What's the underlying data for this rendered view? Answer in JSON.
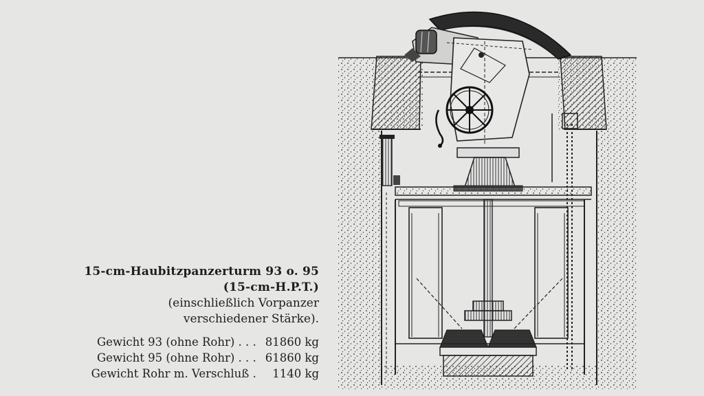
{
  "caption": {
    "title_lines": [
      "15-cm-Haubitzpanzerturm 93 o. 95",
      "(15-cm-H.P.T.)"
    ],
    "note_lines": [
      "(einschließlich Vorpanzer",
      "verschiedener Stärke)."
    ],
    "specs": [
      {
        "label": "Gewicht 93 (ohne Rohr) . . .",
        "value": "81860 kg"
      },
      {
        "label": "Gewicht 95 (ohne Rohr) . . .",
        "value": "61860 kg"
      },
      {
        "label": "Gewicht Rohr m. Verschluß .",
        "value": "1140 kg"
      }
    ]
  }
}
